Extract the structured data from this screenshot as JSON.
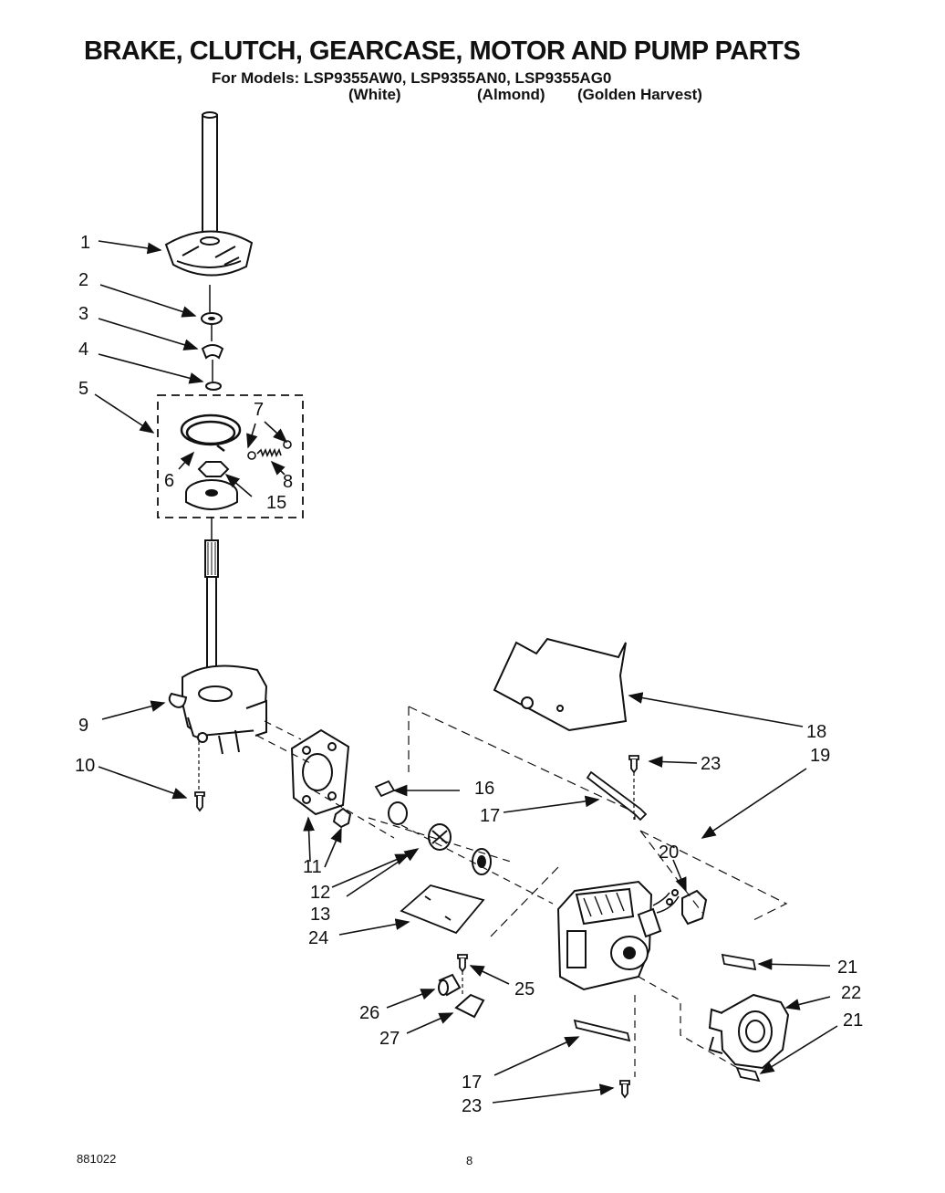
{
  "header": {
    "title": "BRAKE, CLUTCH, GEARCASE, MOTOR AND PUMP PARTS",
    "models": "For Models: LSP9355AW0,  LSP9355AN0,  LSP9355AG0",
    "variants": [
      "(White)",
      "(Almond)",
      "(Golden Harvest)"
    ]
  },
  "callouts": [
    "1",
    "2",
    "3",
    "4",
    "5",
    "6",
    "7",
    "8",
    "15",
    "9",
    "10",
    "11",
    "12",
    "13",
    "16",
    "17",
    "18",
    "19",
    "20",
    "23",
    "24",
    "21",
    "22",
    "25",
    "26",
    "27",
    "21",
    "17",
    "23"
  ],
  "footer": {
    "code": "881022",
    "page": "8"
  }
}
